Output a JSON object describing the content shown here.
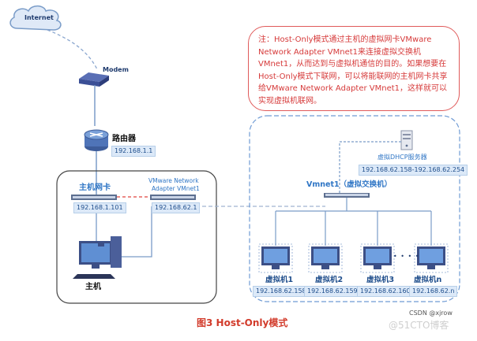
{
  "internet": {
    "label": "Internet"
  },
  "modem": {
    "label": "Modem"
  },
  "router": {
    "label": "路由器",
    "ip": "192.168.1.1"
  },
  "host": {
    "nic_label": "主机网卡",
    "nic_ip": "192.168.1.101",
    "vmnet_adapter_label_line1": "VMware Network",
    "vmnet_adapter_label_line2": "Adapter VMnet1",
    "vmnet_adapter_ip": "192.168.62.1",
    "label": "主机"
  },
  "vswitch": {
    "label": "Vmnet1（虚拟交换机）"
  },
  "dhcp": {
    "label": "虚拟DHCP服务器",
    "range": "192.168.62.158-192.168.62.254"
  },
  "vms": [
    {
      "name": "虚拟机1",
      "ip": "192.168.62.158"
    },
    {
      "name": "虚拟机2",
      "ip": "192.168.62.159"
    },
    {
      "name": "虚拟机3",
      "ip": "192.168.62.160"
    },
    {
      "name": "虚拟机n",
      "ip": "192.168.62.n"
    }
  ],
  "ellipsis": "• • • •",
  "note": "注：Host-Only模式通过主机的虚拟网卡VMware Network Adapter VMnet1来连接虚拟交换机VMnet1，从而达到与虚拟机通信的目的。如果想要在Host-Only模式下联网，可以将能联网的主机网卡共享给VMware Network Adapter VMnet1，这样就可以实现虚拟机联网。",
  "caption": "图3  Host-Only模式",
  "csdn": "CSDN @xjrow",
  "watermark": "@51CTO博客",
  "colors": {
    "accent_blue": "#2e75c5",
    "note_red": "#e05a5a",
    "caption_red": "#d23b2b",
    "ip_fill": "#dce9f8"
  }
}
